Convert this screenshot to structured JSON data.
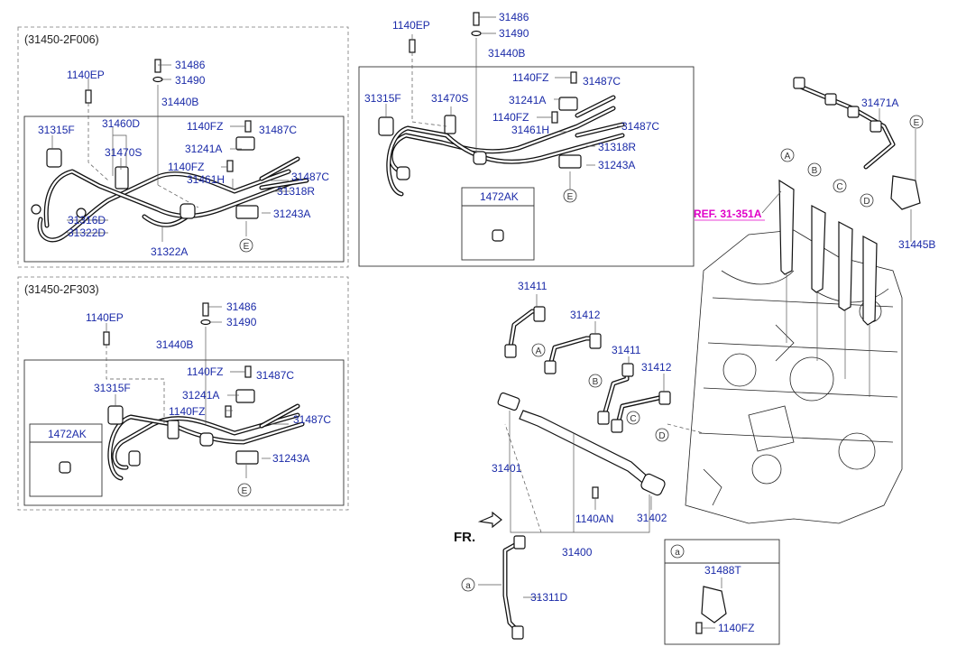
{
  "variants": {
    "top_left": "(31450-2F006)",
    "bottom_left": "(31450-2F303)"
  },
  "ref_label": "REF. 31-351A",
  "fr_label": "FR.",
  "circle_labels": {
    "a": "a",
    "A": "A",
    "B": "B",
    "C": "C",
    "D": "D",
    "E": "E"
  },
  "part_labels": {
    "p1140EP": "1140EP",
    "p31486": "31486",
    "p31490": "31490",
    "p31440B": "31440B",
    "p1140FZ": "1140FZ",
    "p31487C": "31487C",
    "p31315F": "31315F",
    "p31460D": "31460D",
    "p31470S": "31470S",
    "p31241A": "31241A",
    "p31461H": "31461H",
    "p31318R": "31318R",
    "p31243A": "31243A",
    "p31316D": "31316D",
    "p31322D": "31322D",
    "p31322A": "31322A",
    "p1472AK": "1472AK",
    "p31471A": "31471A",
    "p31445B": "31445B",
    "p31411": "31411",
    "p31412": "31412",
    "p31401": "31401",
    "p1140AN": "1140AN",
    "p31402": "31402",
    "p31400": "31400",
    "p31311D": "31311D",
    "p31488T": "31488T"
  }
}
